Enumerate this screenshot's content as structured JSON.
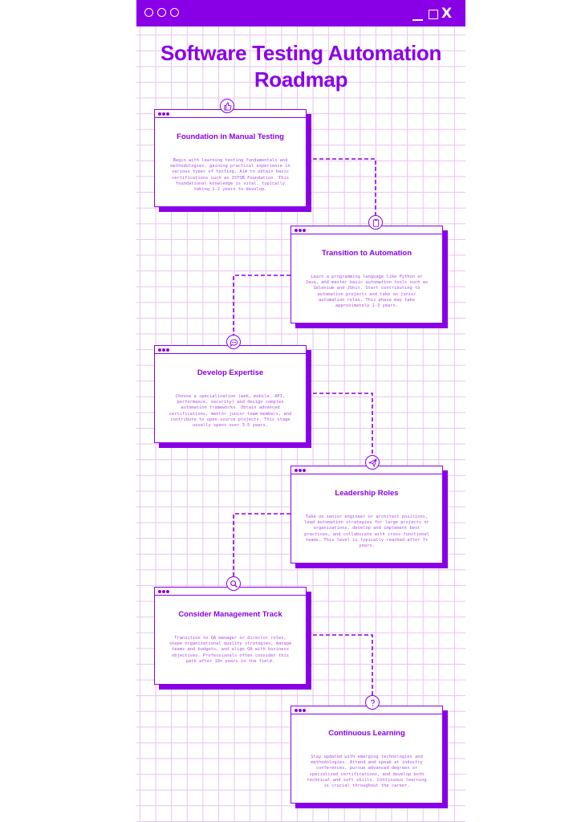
{
  "title": "Software Testing Automation Roadmap",
  "colors": {
    "accent": "#8a00e6",
    "grid": "#e6c4f0",
    "text_light": "#b14ee0"
  },
  "window_controls": [
    "minimize-icon",
    "maximize-icon",
    "close-icon"
  ],
  "window_close_glyph": "X",
  "stages": [
    {
      "title": "Foundation in Manual Testing",
      "icon": "thumbs-up-icon",
      "description": "Begin with learning testing fundamentals and methodologies, gaining practical experience in various types of testing. Aim to obtain basic certifications such as ISTQB Foundation. This foundational knowledge is vital, typically taking 1-2 years to develop."
    },
    {
      "title": "Transition to Automation",
      "icon": "clipboard-icon",
      "description": "Learn a programming language like Python or Java, and master basic automation tools such as Selenium and JUnit. Start contributing to automation projects and take on junior automation roles. This phase may take approximately 1-3 years."
    },
    {
      "title": "Develop Expertise",
      "icon": "chat-bubble-icon",
      "description": "Choose a specialization (web, mobile, API, performance, security) and design complex automation frameworks. Obtain advanced certifications, mentor junior team members, and contribute to open-source projects. This stage usually spans over 3-5 years."
    },
    {
      "title": "Leadership Roles",
      "icon": "paper-plane-icon",
      "description": "Take on senior engineer or architect positions, lead automation strategies for large projects or organizations, develop and implement best practices, and collaborate with cross-functional teams. This level is typically reached after 7+ years."
    },
    {
      "title": "Consider Management Track",
      "icon": "magnifier-icon",
      "description": "Transition to QA manager or director roles, shape organizational quality strategies, manage teams and budgets, and align QA with business objectives. Professionals often consider this path after 10+ years in the field."
    },
    {
      "title": "Continuous Learning",
      "icon": "question-icon",
      "description": "Stay updated with emerging technologies and methodologies. Attend and speak at industry conferences, pursue advanced degrees or specialized certifications, and develop both technical and soft skills. Continuous learning is crucial throughout the career."
    }
  ]
}
